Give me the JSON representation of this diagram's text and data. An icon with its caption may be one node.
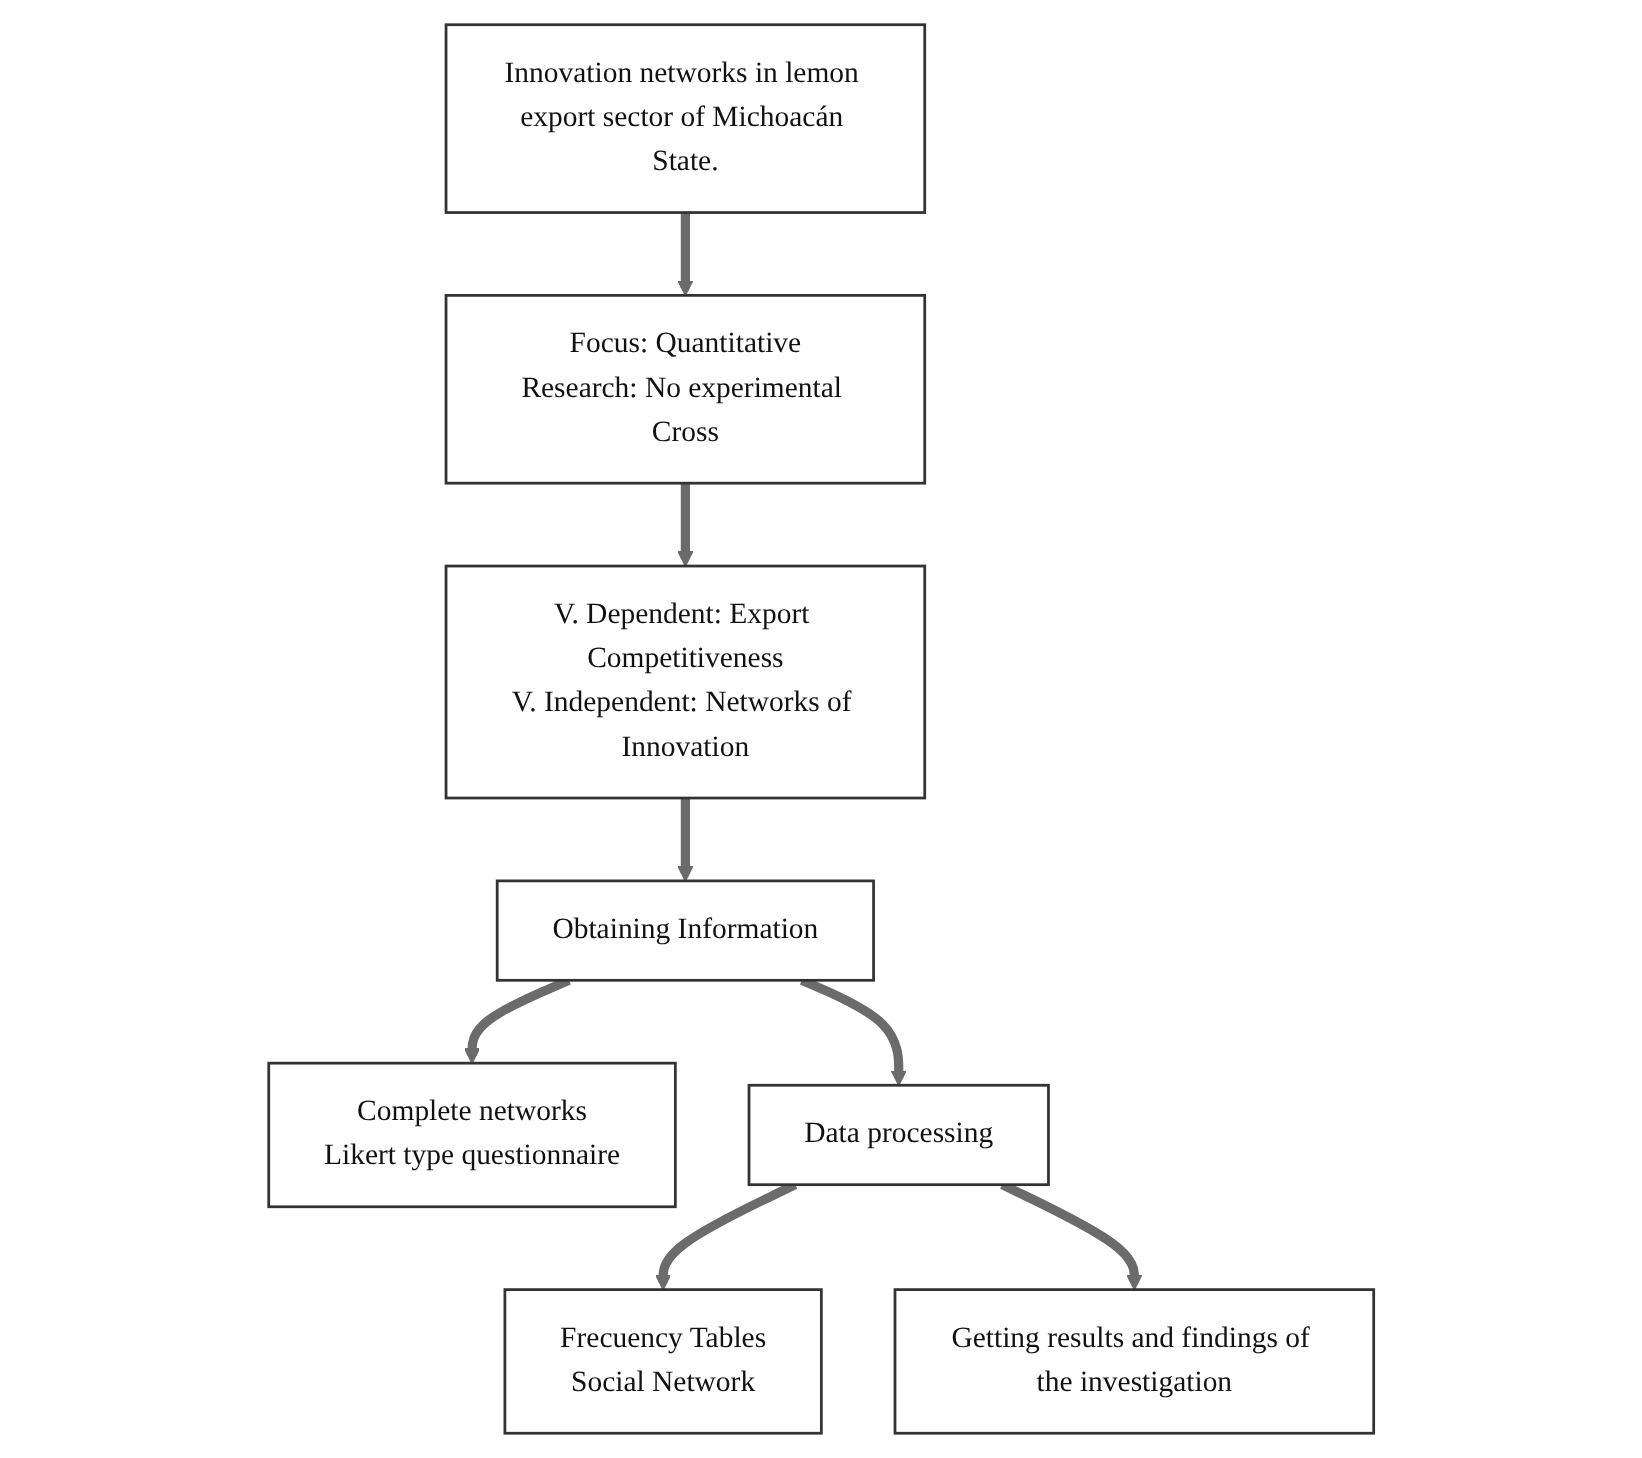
{
  "diagram": {
    "nodes": [
      {
        "text": [
          "Innovation networks in lemon export sector of Michoacán State."
        ]
      },
      {
        "text": [
          "Focus: Quantitative",
          "Research: No experimental Cross"
        ]
      },
      {
        "text": [
          "V. Dependent: Export Competitiveness",
          "V. Independent: Networks of Innovation"
        ]
      },
      {
        "text": [
          "Complete networks",
          "Likert type questionnaire"
        ]
      },
      {
        "text": [
          "Obtaining Information"
        ]
      },
      {
        "text": [
          "Frecuency Tables",
          "Social Network"
        ]
      },
      {
        "text": [
          "Data processing"
        ]
      },
      {
        "text": [
          "Getting results and findings of the investigation"
        ]
      }
    ],
    "edges": [
      {
        "from": 0,
        "to": 1,
        "arrow": "to"
      },
      {
        "from": 1,
        "to": 2,
        "arrow": "to"
      },
      {
        "from": 2,
        "to": 4,
        "arrow": "to"
      },
      {
        "from": 4,
        "to": 3,
        "arrow": "to"
      },
      {
        "from": 4,
        "to": 6,
        "arrow": "to"
      },
      {
        "from": 6,
        "to": 5,
        "arrow": "to"
      },
      {
        "from": 6,
        "to": 7,
        "arrow": "to"
      }
    ]
  }
}
